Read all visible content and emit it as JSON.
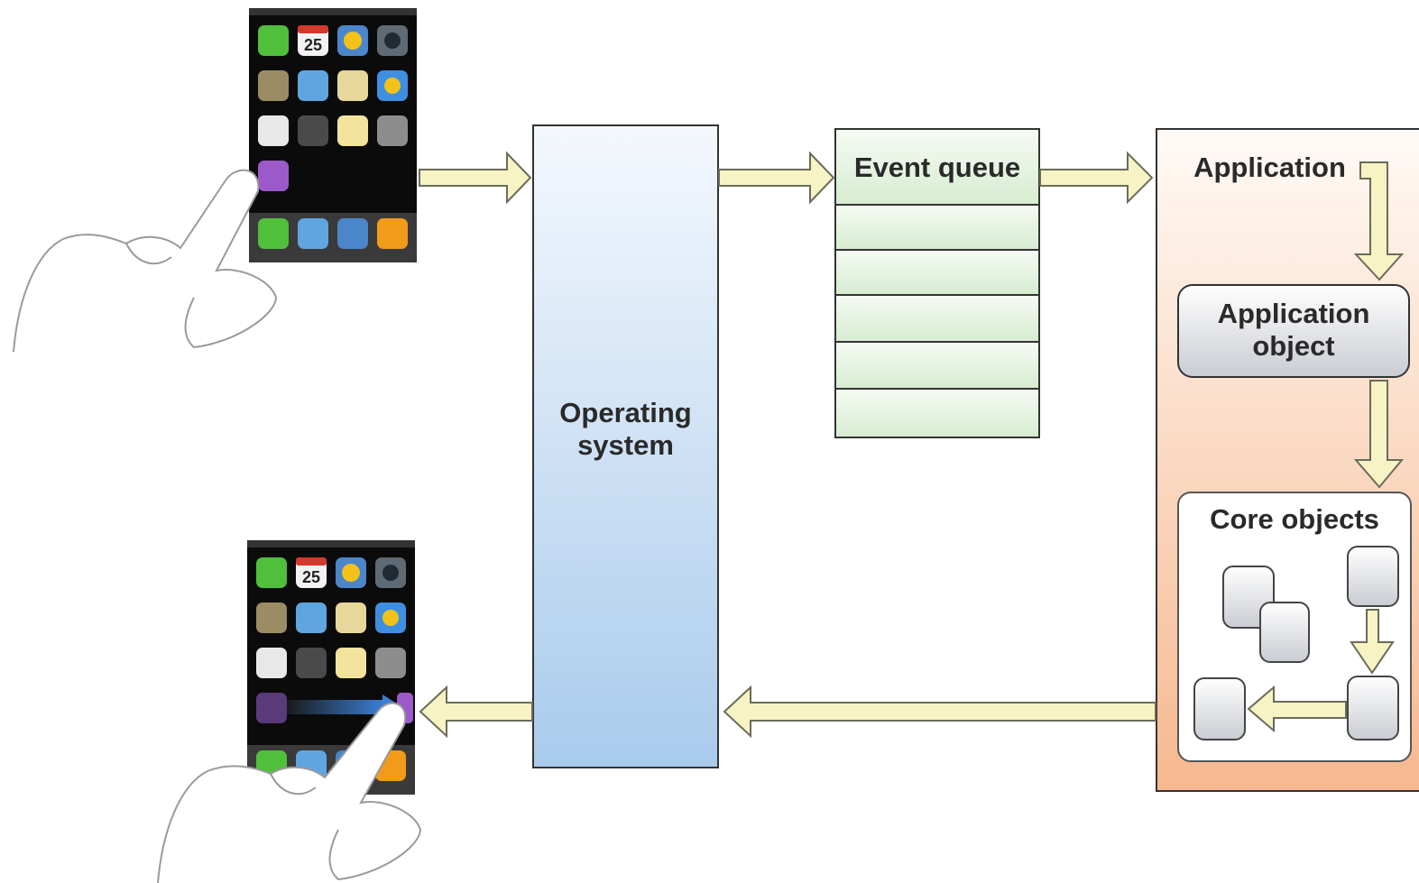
{
  "labels": {
    "event_queue": "Event queue",
    "operating_system": "Operating system",
    "application": "Application",
    "application_object": "Application object",
    "core_objects": "Core objects"
  },
  "phone": {
    "calendar_day": "25"
  },
  "colors": {
    "arrow_fill": "#f7f3c4",
    "arrow_stroke": "#6b6b5a",
    "os_top": "#f4f8fd",
    "os_bottom": "#a9cbec",
    "queue_fill": "#e3f2df",
    "app_top": "#fffaf6",
    "app_bottom": "#f6b88f"
  }
}
